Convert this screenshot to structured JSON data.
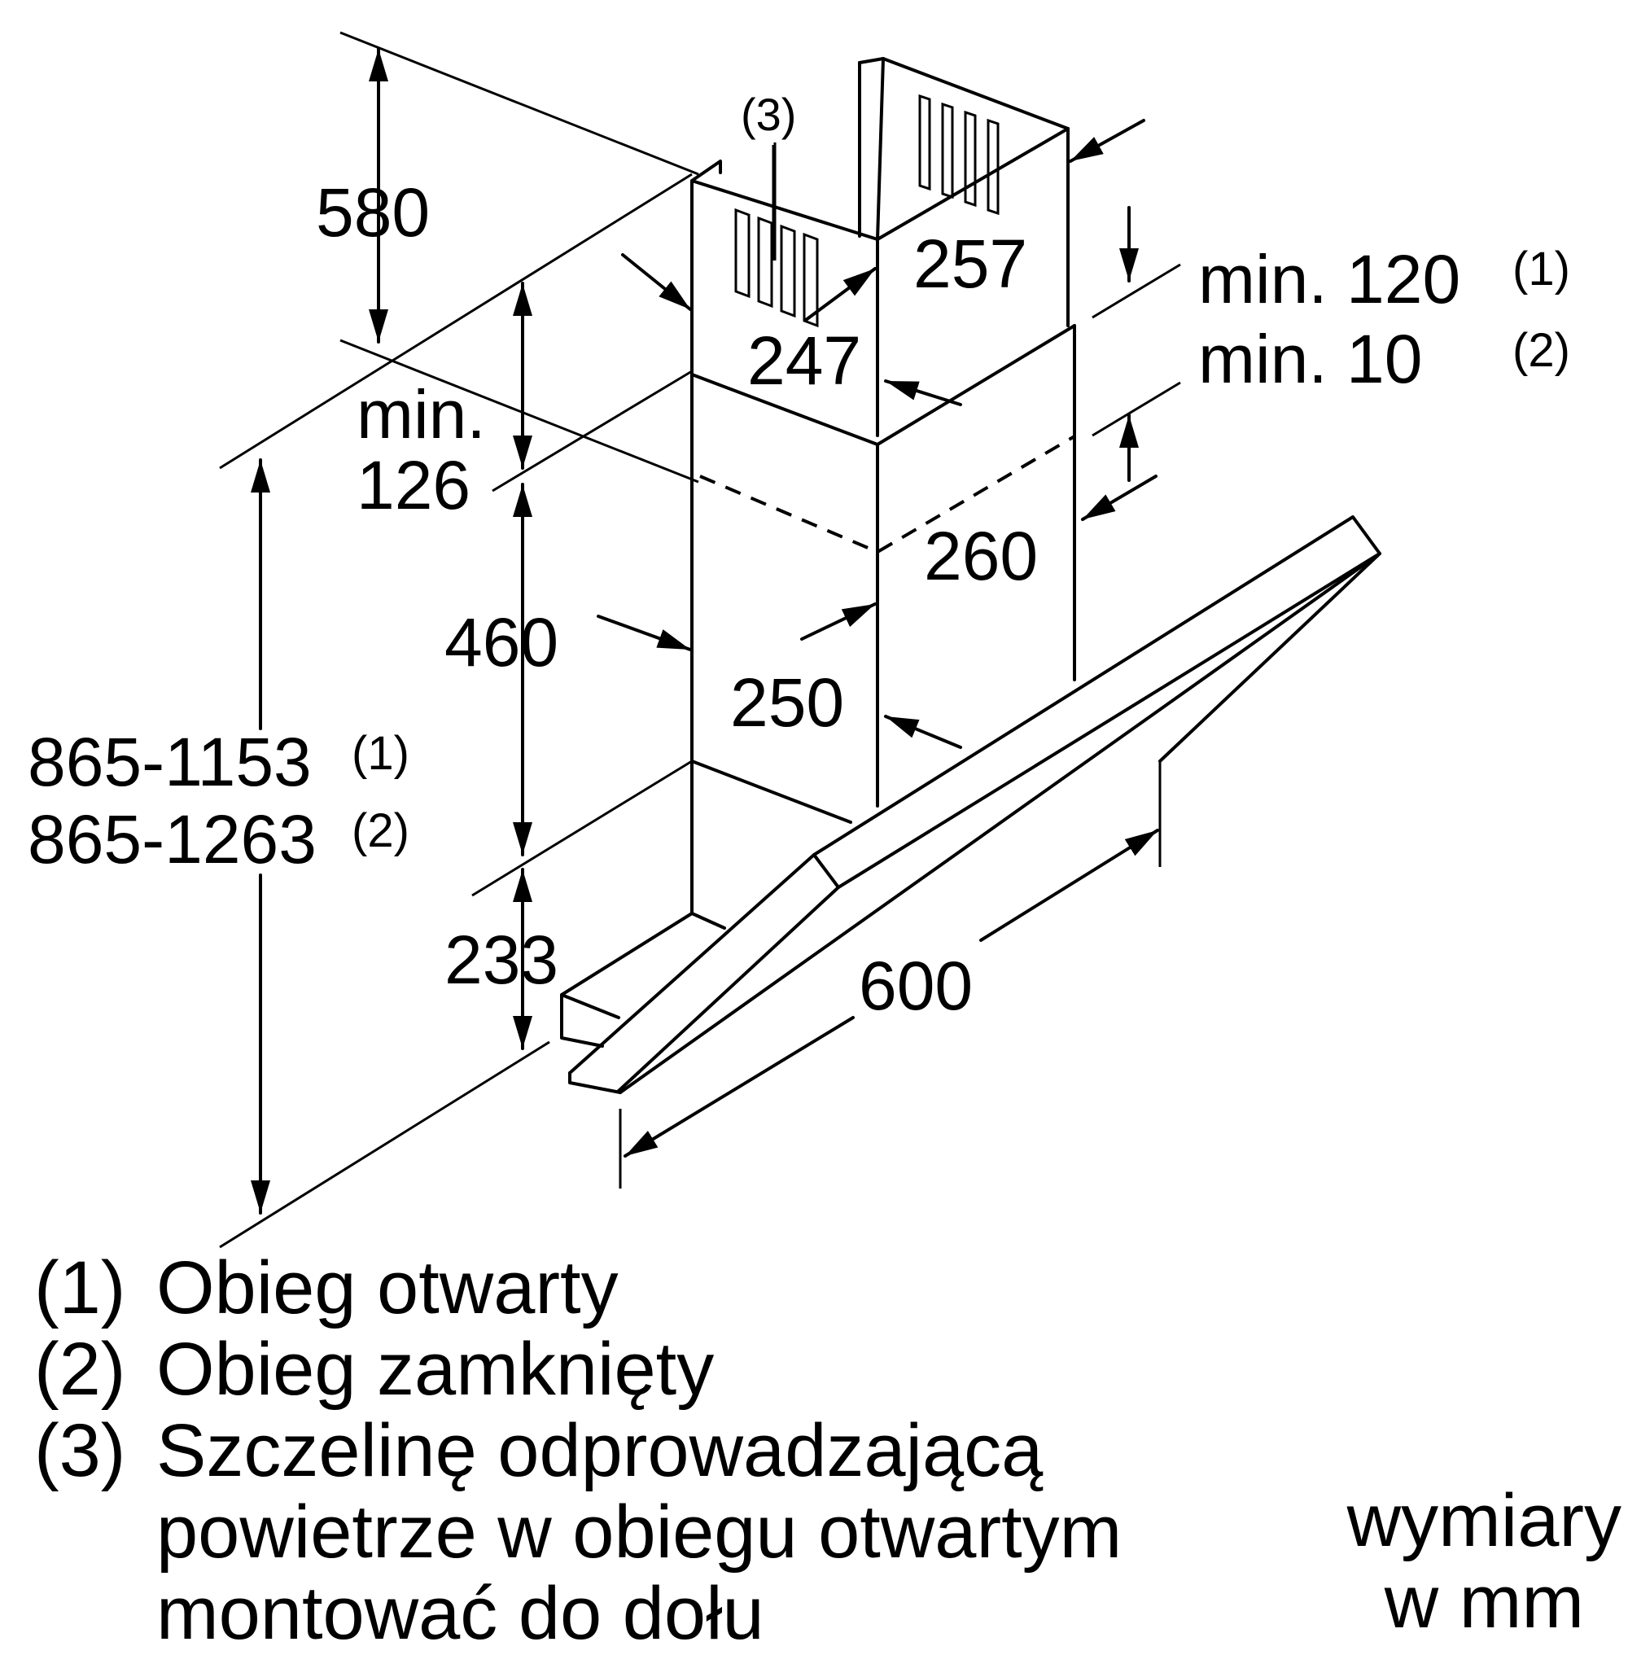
{
  "dimensions": {
    "d580": "580",
    "d257": "257",
    "d247": "247",
    "min120": "min. 120",
    "min120_ref": "(1)",
    "min10": "min. 10",
    "min10_ref": "(2)",
    "min126_line1": "min.",
    "min126_line2": "126",
    "d260": "260",
    "d460": "460",
    "d250": "250",
    "height1": "865-1153",
    "height1_ref": "(1)",
    "height2": "865-1263",
    "height2_ref": "(2)",
    "d233": "233",
    "d600": "600",
    "slot_ref": "(3)"
  },
  "legend": [
    {
      "key": "(1)",
      "text": "Obieg otwarty"
    },
    {
      "key": "(2)",
      "text": "Obieg zamknięty"
    },
    {
      "key": "(3)",
      "text": "Szczelinę odprowadzającą",
      "continuation": [
        "powietrze w obiegu otwartym",
        "montować do dołu"
      ]
    }
  ],
  "units": {
    "line1": "wymiary",
    "line2": "w mm"
  }
}
